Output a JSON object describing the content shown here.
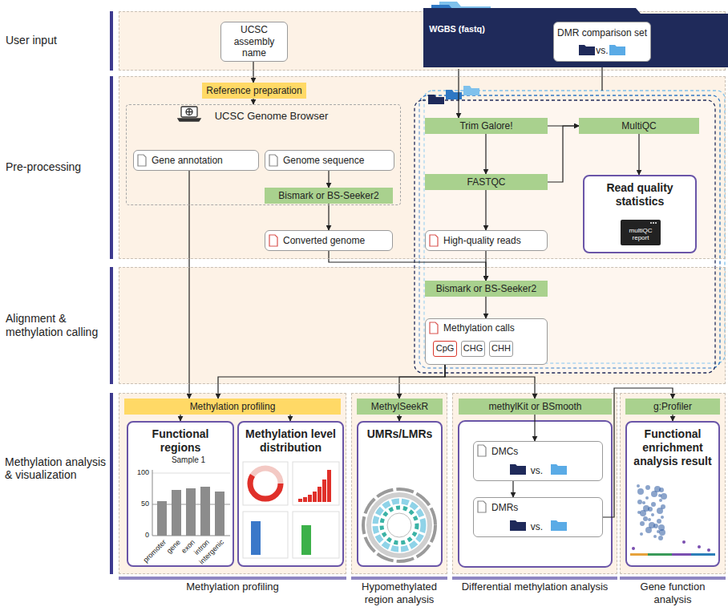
{
  "diagram": {
    "nodes": [
      {
        "text": [
          "User input"
        ]
      },
      {
        "text": [
          "UCSC assembly name"
        ],
        "in": 0
      },
      {
        "text": [
          "WGBS (fastq)"
        ],
        "in": 0
      },
      {
        "text": [
          "DMR comparison set",
          "vs."
        ],
        "in": 0
      },
      {
        "text": [
          "Pre-processing"
        ]
      },
      {
        "text": [
          "Reference preparation"
        ],
        "in": 4
      },
      {
        "text": [
          "UCSC Genome Browser"
        ],
        "in": 4
      },
      {
        "text": [
          "Gene annotation"
        ],
        "in": 6
      },
      {
        "text": [
          "Genome sequence"
        ],
        "in": 6
      },
      {
        "text": [
          "Bismark or BS-Seeker2"
        ],
        "in": 4
      },
      {
        "text": [
          "Converted genome"
        ],
        "in": 4
      },
      {
        "text": [
          "Trim Galore!"
        ],
        "in": 4
      },
      {
        "text": [
          "MultiQC"
        ],
        "in": 4
      },
      {
        "text": [
          "FASTQC"
        ],
        "in": 4
      },
      {
        "text": [
          "Read quality statistics"
        ],
        "in": 4
      },
      {
        "text": [
          "multiQC report"
        ],
        "in": 14
      },
      {
        "text": [
          "High-quality reads"
        ],
        "in": 4
      },
      {
        "text": [
          "Alignment & methylation calling"
        ]
      },
      {
        "text": [
          "Bismark or BS-Seeker2"
        ],
        "in": 17
      },
      {
        "text": [
          "Methylation calls"
        ],
        "in": 17
      },
      {
        "text": [
          "CpG"
        ],
        "in": 19
      },
      {
        "text": [
          "CHG"
        ],
        "in": 19
      },
      {
        "text": [
          "CHH"
        ],
        "in": 19
      },
      {
        "text": [
          "Methylation profiling"
        ]
      },
      {
        "text": [
          "Methylation profiling"
        ],
        "in": 23
      },
      {
        "text": [
          "Functional regions"
        ],
        "in": 23
      },
      {
        "text": [
          "Methylation level distribution"
        ],
        "in": 23
      },
      {
        "text": [
          "Hypomethylated region analysis"
        ]
      },
      {
        "text": [
          "MethylSeekR"
        ],
        "in": 27
      },
      {
        "text": [
          "UMRs/LMRs"
        ],
        "in": 27
      },
      {
        "text": [
          "Differential methylation analysis"
        ]
      },
      {
        "text": [
          "methylKit or BSmooth"
        ],
        "in": 30
      },
      {
        "text": [
          "DMCs",
          "vs."
        ],
        "in": 30
      },
      {
        "text": [
          "DMRs",
          "vs."
        ],
        "in": 30
      },
      {
        "text": [
          "Gene function analysis"
        ]
      },
      {
        "text": [
          "g:Profiler"
        ],
        "in": 34
      },
      {
        "text": [
          "Functional enrichment analysis result"
        ],
        "in": 34
      }
    ],
    "edges": [
      {
        "from": 1,
        "to": 5,
        "arrow": "to"
      },
      {
        "from": 5,
        "to": 6,
        "arrow": "to"
      },
      {
        "from": 2,
        "to": 11,
        "arrow": "to"
      },
      {
        "from": 11,
        "to": 13,
        "arrow": "to"
      },
      {
        "from": 11,
        "to": 12,
        "arrow": "to"
      },
      {
        "from": 13,
        "to": 12,
        "arrow": "to"
      },
      {
        "from": 12,
        "to": 14,
        "arrow": "to"
      },
      {
        "from": 13,
        "to": 16,
        "arrow": "to"
      },
      {
        "from": 8,
        "to": 9,
        "arrow": "to"
      },
      {
        "from": 9,
        "to": 10,
        "arrow": "to"
      },
      {
        "from": 10,
        "to": 18,
        "arrow": "to"
      },
      {
        "from": 16,
        "to": 18,
        "arrow": "to"
      },
      {
        "from": 18,
        "to": 19,
        "arrow": "to"
      },
      {
        "from": 7,
        "to": 24,
        "arrow": "to"
      },
      {
        "from": 20,
        "to": 24,
        "arrow": "to"
      },
      {
        "from": 20,
        "to": 28,
        "arrow": "to"
      },
      {
        "from": 20,
        "to": 31,
        "arrow": "to"
      },
      {
        "from": 24,
        "to": 25,
        "arrow": "to"
      },
      {
        "from": 24,
        "to": 26,
        "arrow": "to"
      },
      {
        "from": 28,
        "to": 29,
        "arrow": "to"
      },
      {
        "from": 31,
        "to": 32,
        "arrow": "to"
      },
      {
        "from": 32,
        "to": 33,
        "arrow": "to"
      },
      {
        "from": 33,
        "to": 35,
        "arrow": "to"
      },
      {
        "from": 35,
        "to": 36,
        "arrow": "to"
      }
    ],
    "labels": [
      "Methylation analysis & visualization",
      "Sample 1",
      "100",
      "50",
      "0",
      "promoter",
      "gene",
      "exon",
      "intron",
      "intergenic"
    ]
  }
}
